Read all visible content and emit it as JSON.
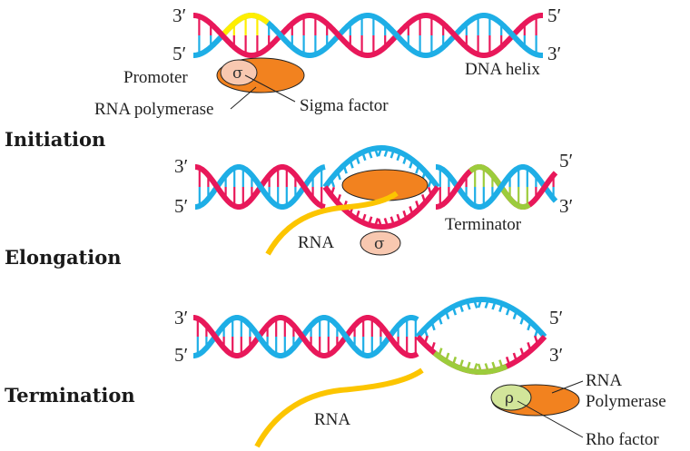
{
  "title": "Transcription in bacteria",
  "colors": {
    "strand_a": "#e8185a",
    "strand_b": "#1eaee6",
    "promoter": "#ffee00",
    "terminator": "#9ccc3c",
    "rna": "#fcc500",
    "polymerase": "#f2821f",
    "sigma": "#f8c8b0",
    "rho": "#d2e59a",
    "outline": "#222222"
  },
  "ends": {
    "three_prime": "3′",
    "five_prime": "5′"
  },
  "stages": [
    {
      "heading": "Initiation",
      "labels": {
        "promoter": "Promoter",
        "rna_polymerase": "RNA polymerase",
        "sigma_factor": "Sigma factor",
        "dna_helix": "DNA helix"
      },
      "sigma_symbol": "σ"
    },
    {
      "heading": "Elongation",
      "labels": {
        "rna": "RNA",
        "terminator": "Terminator"
      },
      "sigma_symbol": "σ"
    },
    {
      "heading": "Termination",
      "labels": {
        "rna": "RNA",
        "rna_polymerase_line1": "RNA",
        "rna_polymerase_line2": "Polymerase",
        "rho_factor": "Rho factor"
      },
      "rho_symbol": "ρ"
    }
  ]
}
